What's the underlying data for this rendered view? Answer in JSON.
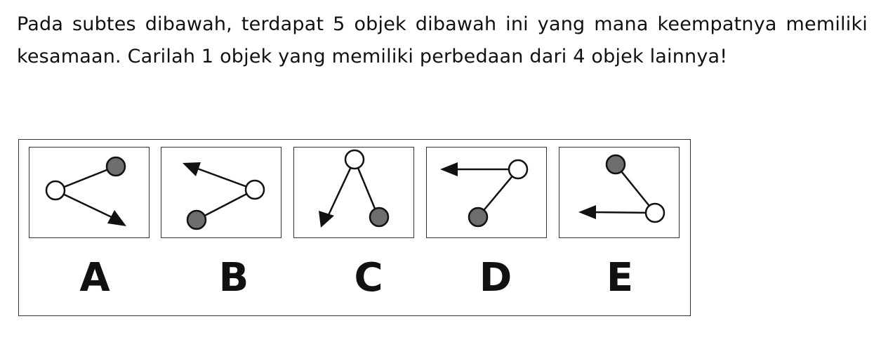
{
  "question": {
    "text": "Pada subtes dibawah, terdapat 5 objek dibawah ini yang mana keempatnya memiliki kesamaan. Carilah 1 objek yang memiliki perbedaan dari 4 objek lainnya!"
  },
  "colors": {
    "filled_node": "#6e6e6e",
    "hollow_node": "#ffffff",
    "stroke": "#111111",
    "frame": "#333333"
  },
  "options": [
    {
      "label": "A",
      "filled_node_icon": "filled-circle-icon",
      "hollow_node_icon": "hollow-circle-icon",
      "arrowhead_icon": "arrowhead-icon"
    },
    {
      "label": "B",
      "filled_node_icon": "filled-circle-icon",
      "hollow_node_icon": "hollow-circle-icon",
      "arrowhead_icon": "arrowhead-icon"
    },
    {
      "label": "C",
      "filled_node_icon": "filled-circle-icon",
      "hollow_node_icon": "hollow-circle-icon",
      "arrowhead_icon": "arrowhead-icon"
    },
    {
      "label": "D",
      "filled_node_icon": "filled-circle-icon",
      "hollow_node_icon": "hollow-circle-icon",
      "arrowhead_icon": "arrowhead-icon"
    },
    {
      "label": "E",
      "filled_node_icon": "filled-circle-icon",
      "hollow_node_icon": "hollow-circle-icon",
      "arrowhead_icon": "arrowhead-icon"
    }
  ]
}
